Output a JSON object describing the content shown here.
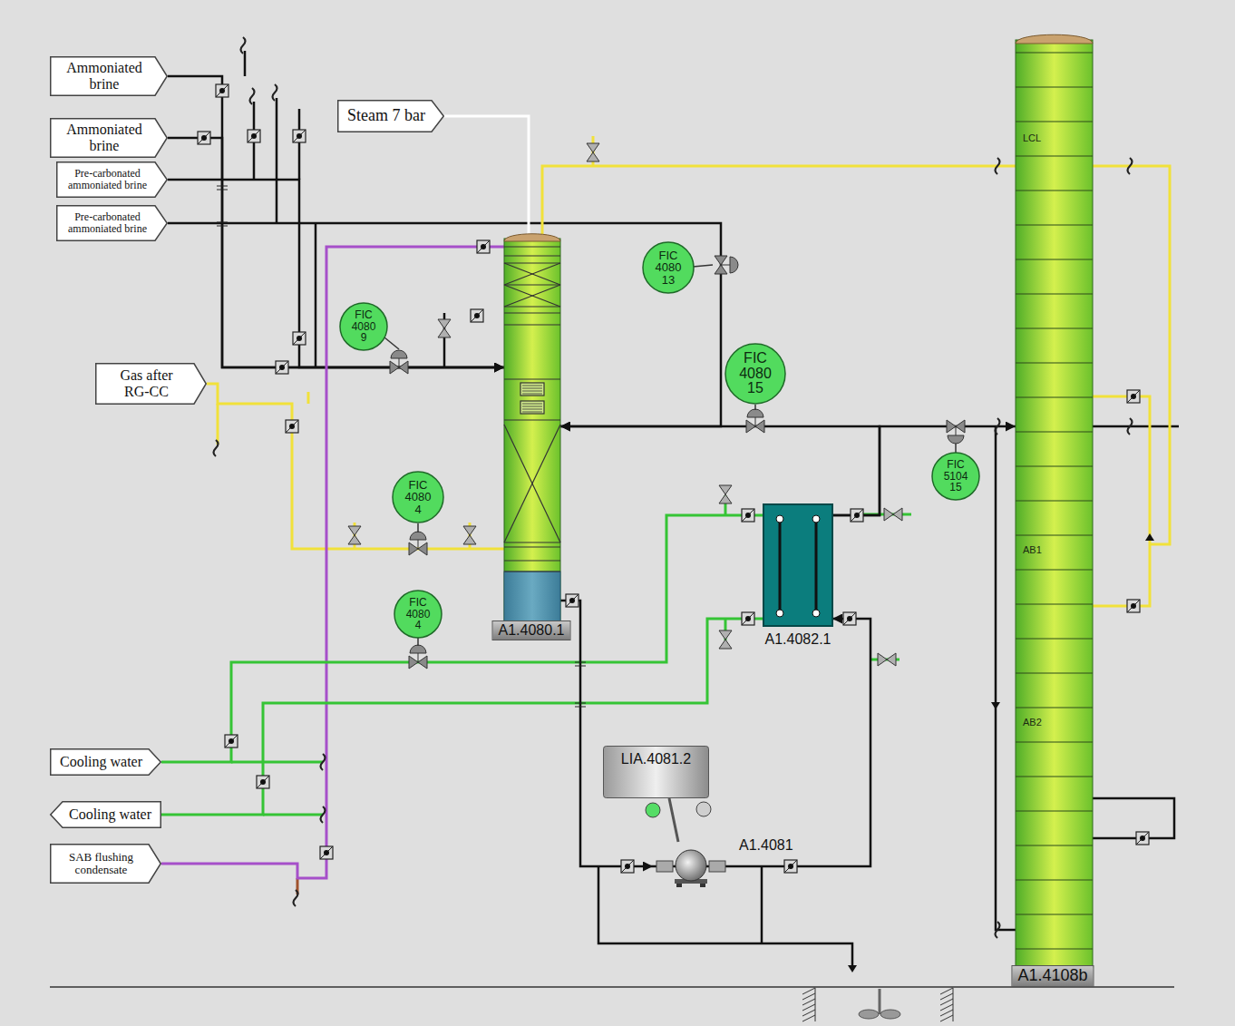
{
  "diagram": {
    "nodes": [
      {
        "text": [
          "Ammoniated brine"
        ]
      },
      {
        "text": [
          "Ammoniated brine"
        ]
      },
      {
        "text": [
          "Pre-carbonated ammoniated brine"
        ]
      },
      {
        "text": [
          "Pre-carbonated ammoniated brine"
        ]
      },
      {
        "text": [
          "Steam 7 bar"
        ]
      },
      {
        "text": [
          "Gas after RG-CC"
        ]
      },
      {
        "text": [
          "Cooling water"
        ]
      },
      {
        "text": [
          "Cooling water"
        ]
      },
      {
        "text": [
          "SAB flushing condensate"
        ]
      },
      {
        "text": [
          "A1.4080.1"
        ]
      },
      {
        "text": [
          "FIC 4080 9"
        ]
      },
      {
        "text": [
          "FIC 4080 13"
        ]
      },
      {
        "text": [
          "FIC 4080 15"
        ]
      },
      {
        "text": [
          "FIC 4080 4"
        ]
      },
      {
        "text": [
          "FIC 4080 4"
        ]
      },
      {
        "text": [
          "FIC 5104 15"
        ]
      },
      {
        "text": [
          "A1.4082.1"
        ]
      },
      {
        "text": [
          "LIA.4081.2"
        ]
      },
      {
        "text": [
          "A1.4081"
        ]
      },
      {
        "text": [
          "LCL",
          "AB1",
          "AB2",
          "A1.4108b"
        ]
      }
    ],
    "edges": [
      {
        "from": 0,
        "to": 9,
        "arrow": "to"
      },
      {
        "from": 1,
        "to": 9,
        "arrow": "to"
      },
      {
        "from": 2,
        "to": 9,
        "arrow": "to"
      },
      {
        "from": 3,
        "to": 9,
        "arrow": "to"
      },
      {
        "from": 4,
        "to": 9,
        "arrow": "none"
      },
      {
        "from": 5,
        "to": 9,
        "arrow": "none"
      },
      {
        "from": 8,
        "to": 9,
        "arrow": "none"
      },
      {
        "from": 6,
        "to": 16,
        "arrow": "none"
      },
      {
        "from": 16,
        "to": 7,
        "arrow": "none"
      },
      {
        "from": 9,
        "to": 18,
        "arrow": "to"
      },
      {
        "from": 18,
        "to": 16,
        "arrow": "to"
      },
      {
        "from": 16,
        "to": 9,
        "arrow": "to"
      },
      {
        "from": 16,
        "to": 19,
        "arrow": "to"
      },
      {
        "from": 9,
        "to": 19,
        "arrow": "none"
      }
    ]
  }
}
